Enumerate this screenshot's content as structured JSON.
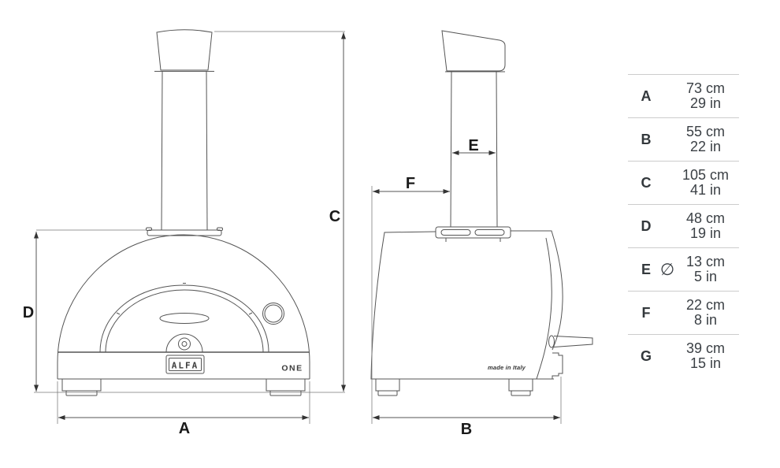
{
  "page": {
    "background": "#ffffff"
  },
  "diagram": {
    "line_color": "#555555",
    "label_color": "#1a1a1a",
    "front_view": {
      "brand_badge": "ALFA",
      "model_name": "ONE",
      "labels": {
        "width": "A",
        "height_total": "C",
        "height_body": "D"
      }
    },
    "side_view": {
      "made_in_label": "made in Italy",
      "labels": {
        "depth": "B",
        "chimney_diameter": "E",
        "chimney_offset": "F"
      }
    }
  },
  "dimensions_table": {
    "divider_color": "#cccccc",
    "text_color": "#3b4045",
    "rows": [
      {
        "letter": "A",
        "prefix": "",
        "metric": "73 cm",
        "imperial": "29 in"
      },
      {
        "letter": "B",
        "prefix": "",
        "metric": "55 cm",
        "imperial": "22 in"
      },
      {
        "letter": "C",
        "prefix": "",
        "metric": "105 cm",
        "imperial": "41 in"
      },
      {
        "letter": "D",
        "prefix": "",
        "metric": "48 cm",
        "imperial": "19 in"
      },
      {
        "letter": "E",
        "prefix": "∅",
        "metric": "13 cm",
        "imperial": "5 in"
      },
      {
        "letter": "F",
        "prefix": "",
        "metric": "22 cm",
        "imperial": "8 in"
      },
      {
        "letter": "G",
        "prefix": "",
        "metric": "39 cm",
        "imperial": "15 in"
      }
    ]
  }
}
